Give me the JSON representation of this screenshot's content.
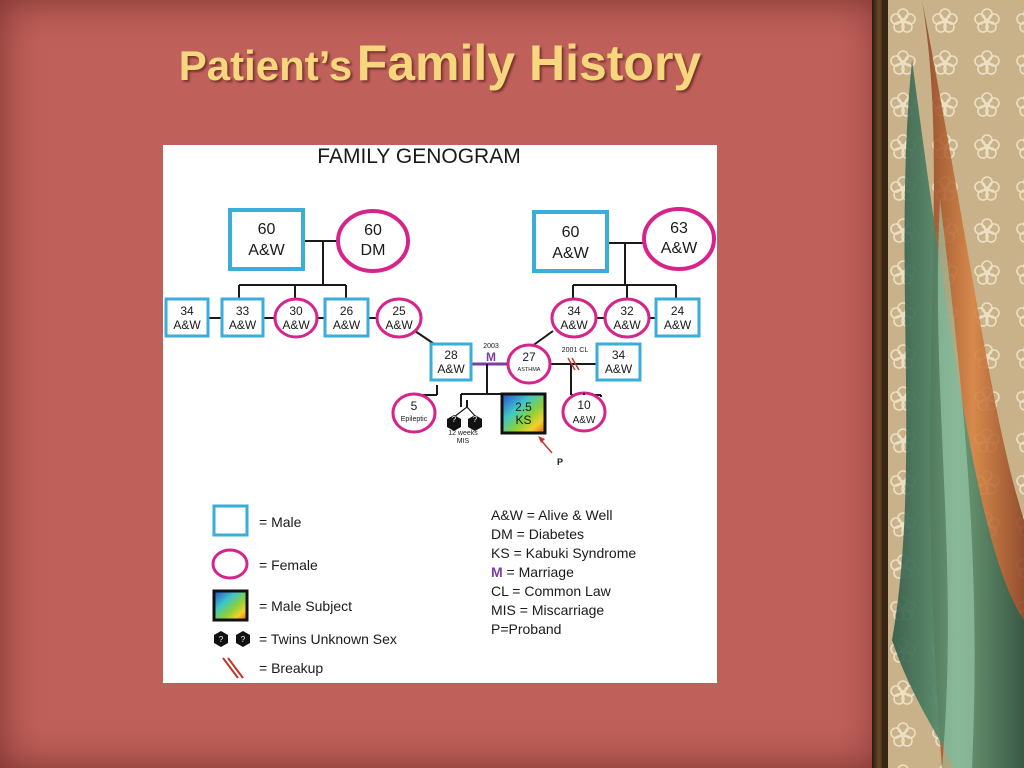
{
  "slide": {
    "title_prefix": "Patient’s",
    "title_main": "Family History"
  },
  "colors": {
    "slide_bg": "#c0605a",
    "title": "#f6d77d",
    "male_border": "#3aaed8",
    "female_border": "#d6248b",
    "marriage": "#7b3fa0",
    "breakup": "#c0392b"
  },
  "genogram": {
    "heading": "FAMILY GENOGRAM",
    "grandparents_left": {
      "male": {
        "line1": "60",
        "line2": "A&W"
      },
      "female": {
        "line1": "60",
        "line2": "DM"
      }
    },
    "grandparents_right": {
      "male": {
        "line1": "60",
        "line2": "A&W"
      },
      "female": {
        "line1": "63",
        "line2": "A&W"
      }
    },
    "siblings_left": [
      {
        "sex": "male",
        "line1": "34",
        "line2": "A&W"
      },
      {
        "sex": "male",
        "line1": "33",
        "line2": "A&W"
      },
      {
        "sex": "female",
        "line1": "30",
        "line2": "A&W"
      },
      {
        "sex": "male",
        "line1": "26",
        "line2": "A&W"
      },
      {
        "sex": "female",
        "line1": "25",
        "line2": "A&W"
      }
    ],
    "siblings_right": [
      {
        "sex": "female",
        "line1": "34",
        "line2": "A&W"
      },
      {
        "sex": "female",
        "line1": "32",
        "line2": "A&W"
      },
      {
        "sex": "male",
        "line1": "24",
        "line2": "A&W"
      }
    ],
    "father": {
      "line1": "28",
      "line2": "A&W"
    },
    "mother": {
      "line1": "27",
      "line2": "ASTHMA"
    },
    "marriage_year": "2003",
    "marriage_symbol": "M",
    "common_law_label": "2001 CL",
    "mother_partner": {
      "line1": "34",
      "line2": "A&W"
    },
    "half_sister": {
      "line1": "5",
      "line2": "Epileptic"
    },
    "twins": {
      "symbol": "?",
      "line1": "12 weeks",
      "line2": "MIS"
    },
    "proband": {
      "line1": "2.5",
      "line2": "KS",
      "pointer_label": "P"
    },
    "half_sibling_right": {
      "line1": "10",
      "line2": "A&W"
    }
  },
  "legend": {
    "symbols": [
      {
        "icon": "male-square-icon",
        "label": "= Male"
      },
      {
        "icon": "female-circle-icon",
        "label": "= Female"
      },
      {
        "icon": "male-subject-icon",
        "label": "= Male Subject"
      },
      {
        "icon": "twins-icon",
        "label": "= Twins Unknown Sex",
        "icon_text": "?"
      },
      {
        "icon": "breakup-icon",
        "label": "= Breakup"
      }
    ],
    "abbreviations": [
      {
        "key": "A&W",
        "text": " = Alive & Well"
      },
      {
        "key": "DM",
        "text": " = Diabetes"
      },
      {
        "key": "KS",
        "text": " = Kabuki Syndrome"
      },
      {
        "key": "M",
        "text": " = Marriage"
      },
      {
        "key": "CL",
        "text": " = Common Law"
      },
      {
        "key": "MIS",
        "text": " = Miscarriage"
      },
      {
        "key": "P",
        "text": "=Proband"
      }
    ]
  }
}
